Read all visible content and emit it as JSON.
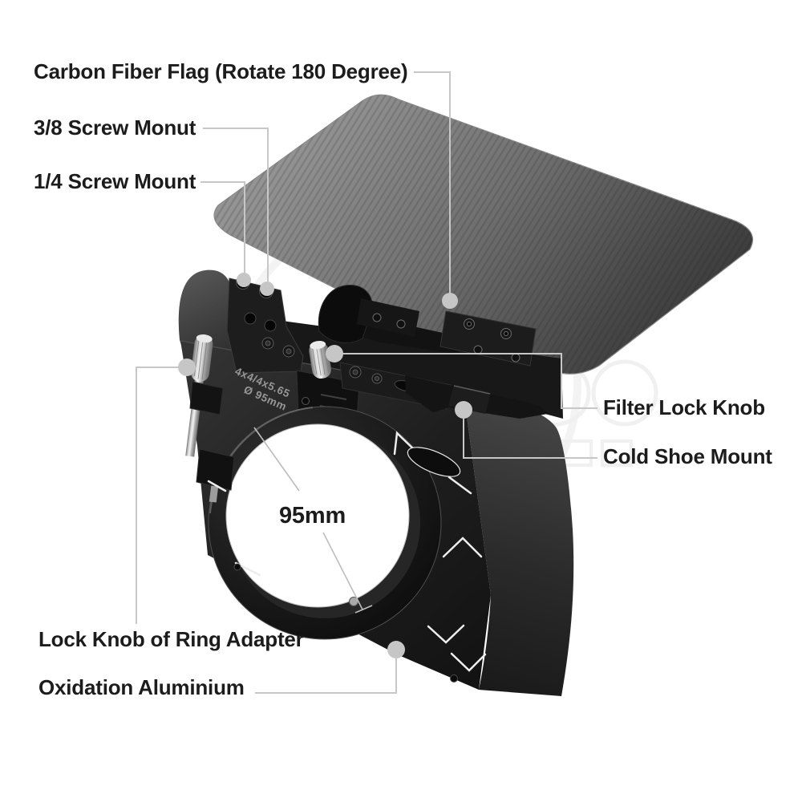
{
  "diagram_title": "matte box product annotation diagram",
  "labels": {
    "carbon_fiber_flag": "Carbon Fiber Flag (Rotate 180 Degree)",
    "screw_mount_38": "3/8 Screw Monut",
    "screw_mount_14": "1/4 Screw Mount",
    "filter_lock_knob": "Filter Lock Knob",
    "cold_shoe_mount": "Cold Shoe Mount",
    "ring_adapter_lock_knob": "Lock Knob of Ring Adapter",
    "oxidation_aluminium": "Oxidation Aluminium",
    "lens_diameter": "95mm"
  },
  "engravings": {
    "filter_sizes": "4x4/4x5.65",
    "ring_diameter": "Ø 95mm"
  },
  "colors": {
    "background": "#ffffff",
    "label_text": "#1c1c1c",
    "leader_line": "#c7c7c7",
    "marker_dot": "#c6c6c6",
    "flag_carbon_light": "#929292",
    "flag_carbon_dark": "#383838",
    "body_front": "#1e1e1e",
    "body_side": "#333333",
    "silver_knob": "#d9d9d9",
    "accent_lines": "#ededed",
    "engraving_text": "#969696",
    "watermark": "#f0f0f0"
  }
}
